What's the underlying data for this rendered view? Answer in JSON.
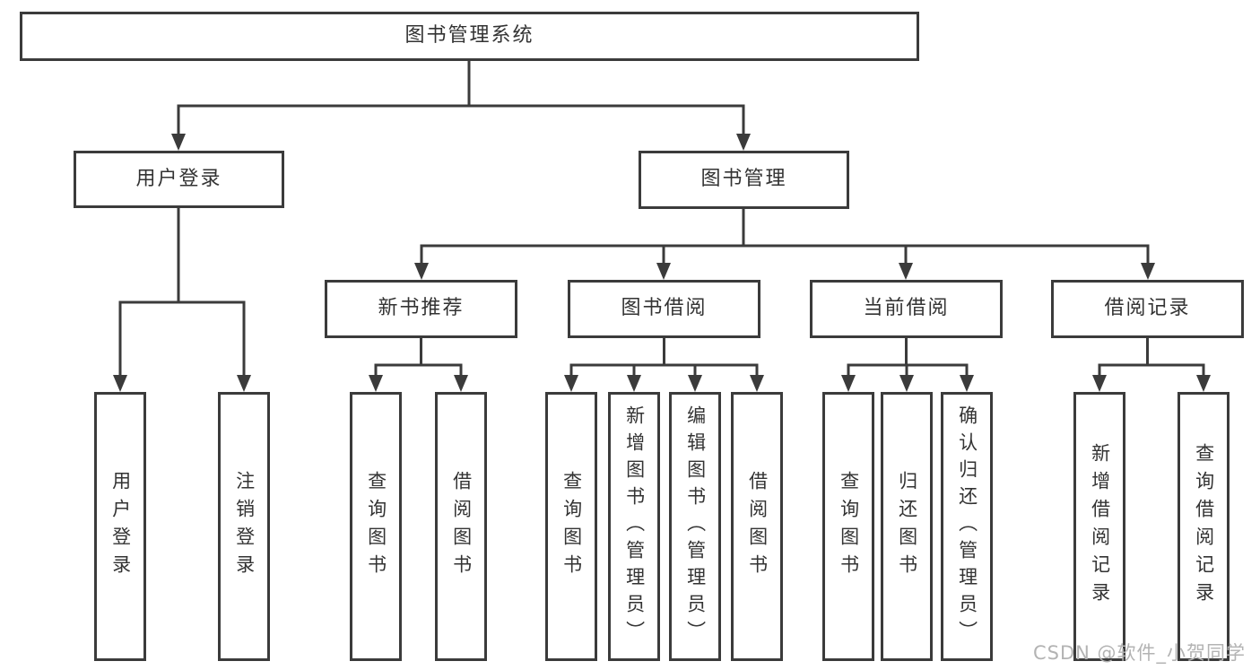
{
  "title": "图书管理系统",
  "branches": [
    {
      "label": "用户登录",
      "children": [
        {
          "label": "用户登录"
        },
        {
          "label": "注销登录"
        }
      ]
    },
    {
      "label": "图书管理",
      "subgroups": [
        {
          "label": "新书推荐",
          "children": [
            {
              "label": "查询图书"
            },
            {
              "label": "借阅图书"
            }
          ]
        },
        {
          "label": "图书借阅",
          "children": [
            {
              "label": "查询图书"
            },
            {
              "label": "新增图书（管理员）"
            },
            {
              "label": "编辑图书（管理员）"
            },
            {
              "label": "借阅图书"
            }
          ]
        },
        {
          "label": "当前借阅",
          "children": [
            {
              "label": "查询图书"
            },
            {
              "label": "归还图书"
            },
            {
              "label": "确认归还（管理员）"
            }
          ]
        },
        {
          "label": "借阅记录",
          "children": [
            {
              "label": "新增借阅记录"
            },
            {
              "label": "查询借阅记录"
            }
          ]
        }
      ]
    }
  ],
  "watermark": "CSDN @软件_小贺同学",
  "colors": {
    "line": "#3b3b3b",
    "text": "#333333",
    "watermark": "#b3b3b3",
    "background": "#ffffff"
  }
}
